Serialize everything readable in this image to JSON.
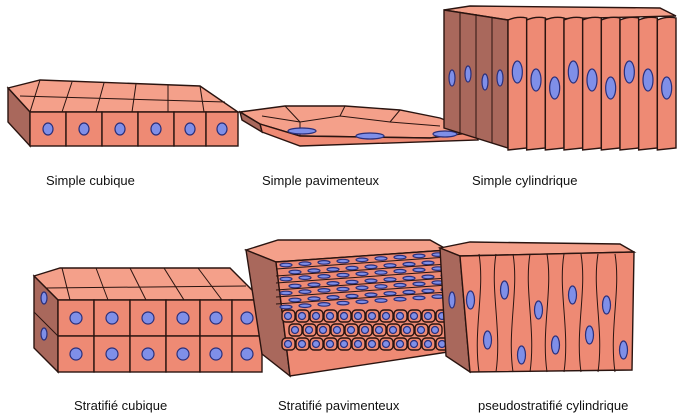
{
  "figure": {
    "panels": [
      {
        "id": "simple-cubique",
        "label": "Simple cubique"
      },
      {
        "id": "simple-pavimenteux",
        "label": "Simple pavimenteux"
      },
      {
        "id": "simple-cylindrique",
        "label": "Simple cylindrique"
      },
      {
        "id": "stratifie-cubique",
        "label": "Stratifié cubique"
      },
      {
        "id": "stratifie-pavimenteux",
        "label": "Stratifié pavimenteux"
      },
      {
        "id": "pseudostratifie-cylindrique",
        "label": "pseudostratifié cylindrique"
      }
    ],
    "colors": {
      "cell_face": "#ee8a74",
      "cell_top": "#f4a08a",
      "cell_side": "#a9685c",
      "outline": "#2a1410",
      "nucleus": "#7f8fe8",
      "nucleus_outline": "#2a2f7a"
    }
  }
}
